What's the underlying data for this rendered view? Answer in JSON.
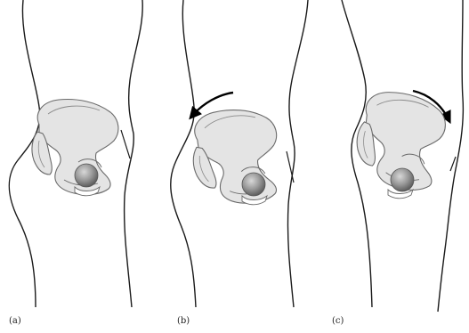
{
  "figure": {
    "panels": [
      {
        "label": "(a)",
        "rotation": "none"
      },
      {
        "label": "(b)",
        "rotation": "counterclockwise"
      },
      {
        "label": "(c)",
        "rotation": "clockwise"
      }
    ]
  },
  "colors": {
    "outline": "#1a1a1a",
    "bone_fill": "#e4e4e4",
    "bone_stroke": "#6a6a6a",
    "femoral_head": "#9a9a9a",
    "arrow": "#000000"
  },
  "icons": {
    "arrow_b": "curved-arrow-counterclockwise-icon",
    "arrow_c": "curved-arrow-clockwise-icon"
  }
}
